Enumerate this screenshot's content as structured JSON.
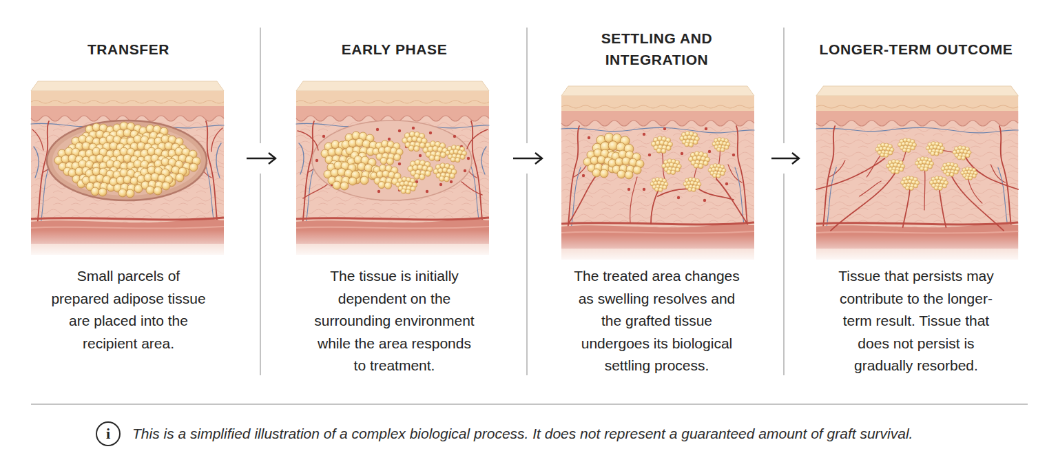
{
  "diagram": {
    "nodes": [
      {
        "text": [
          "TRANSFER",
          "Small parcels of prepared adipose tissue are placed into the recipient area."
        ]
      },
      {
        "text": [
          "EARLY PHASE",
          "The tissue is initially dependent on the surrounding environment while the area responds to treatment."
        ]
      },
      {
        "text": [
          "SETTLING AND INTEGRATION",
          "The treated area changes as swelling resolves and the grafted tissue undergoes its biological settling process."
        ]
      },
      {
        "text": [
          "LONGER-TERM OUTCOME",
          "Tissue that persists may contribute to the longer-term result. Tissue that does not persist is gradually resorbed."
        ]
      }
    ],
    "edges": [
      {
        "from": 0,
        "to": 1,
        "arrow": "to"
      },
      {
        "from": 1,
        "to": 2,
        "arrow": "to"
      },
      {
        "from": 2,
        "to": 3,
        "arrow": "to"
      }
    ],
    "labels": [
      "i",
      "This is a simplified illustration of a complex biological process. It does not represent a guaranteed amount of graft survival."
    ]
  }
}
